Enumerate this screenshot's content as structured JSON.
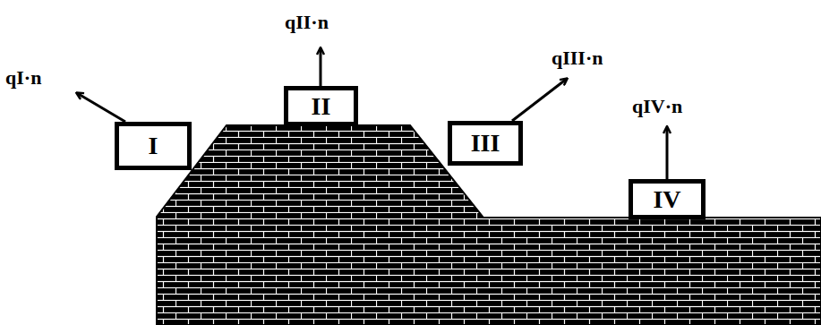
{
  "diagram": {
    "nodes": [
      {
        "text": [
          "I"
        ]
      },
      {
        "text": [
          "II"
        ]
      },
      {
        "text": [
          "III"
        ]
      },
      {
        "text": [
          "IV"
        ]
      }
    ],
    "labels": [
      "qI·n",
      "qII·n",
      "qIII·n",
      "qIV·n"
    ]
  }
}
